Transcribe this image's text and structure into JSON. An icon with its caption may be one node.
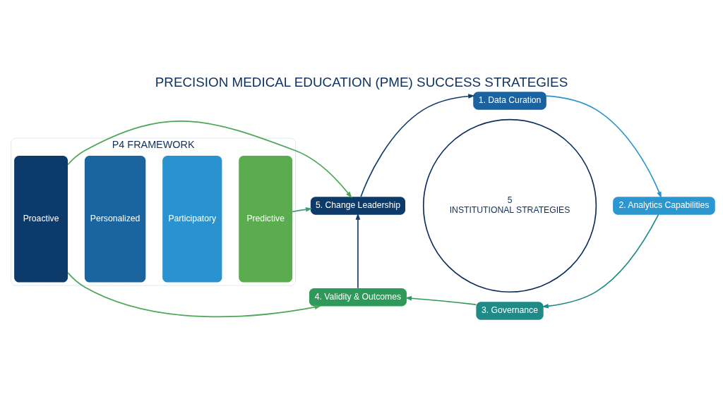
{
  "diagram": {
    "title": "PRECISION MEDICAL EDUCATION (PME) SUCCESS STRATEGIES",
    "nodes": [
      {
        "text": [
          "P4 FRAMEWORK"
        ]
      },
      {
        "text": [
          "Proactive"
        ],
        "in": 0
      },
      {
        "text": [
          "Personalized"
        ],
        "in": 0
      },
      {
        "text": [
          "Participatory"
        ],
        "in": 0
      },
      {
        "text": [
          "Predictive"
        ],
        "in": 0
      },
      {
        "text": [
          "5",
          "INSTITUTIONAL STRATEGIES"
        ]
      },
      {
        "text": [
          "1. Data Curation"
        ]
      },
      {
        "text": [
          "2. Analytics Capabilities"
        ]
      },
      {
        "text": [
          "3. Governance"
        ]
      },
      {
        "text": [
          "4. Validity & Outcomes"
        ]
      },
      {
        "text": [
          "5. Change Leadership"
        ]
      }
    ],
    "edges": [
      {
        "from": 4,
        "to": 10,
        "arrow": "to",
        "color": "#3f9e7a"
      },
      {
        "from": 1,
        "to": 10,
        "arrow": "to",
        "color": "#4ea65a"
      },
      {
        "from": 1,
        "to": 9,
        "arrow": "to",
        "color": "#4ea65a"
      },
      {
        "from": 10,
        "to": 6,
        "arrow": "to",
        "color": "#123d6b"
      },
      {
        "from": 6,
        "to": 7,
        "arrow": "to",
        "color": "#2a93cf"
      },
      {
        "from": 7,
        "to": 8,
        "arrow": "to",
        "color": "#1f8a86"
      },
      {
        "from": 8,
        "to": 9,
        "arrow": "to",
        "color": "#2e9a5a"
      },
      {
        "from": 9,
        "to": 10,
        "arrow": "to",
        "color": "#123d6b"
      }
    ]
  }
}
